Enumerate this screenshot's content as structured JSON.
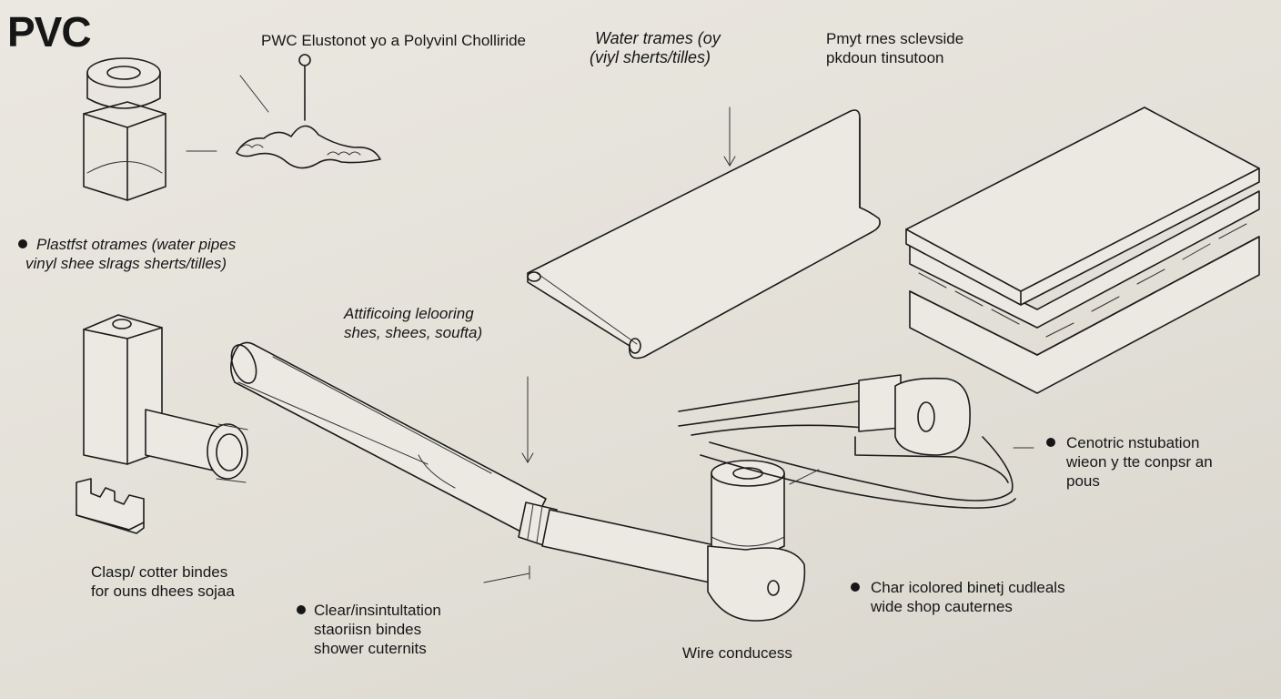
{
  "title": "PVC",
  "header": {
    "definition": "PWC Elustonot yo a Polyvinl Cholliride",
    "water_frames": [
      "Water trames (oy",
      "(viyl sherts/tilles)"
    ],
    "pmyt": [
      "Pmyt rnes sclevside",
      "pkdoun tinsutoon"
    ]
  },
  "labels": {
    "plastic": [
      "Plastfst otrames (water pipes",
      "vinyl shee slrags sherts/tilles)"
    ],
    "flooring": [
      "Attificoing lelooring",
      "shes, shees, soufta)"
    ],
    "clasp": [
      "Clasp/ cotter bindes",
      "for ouns dhees sojaa"
    ],
    "clear": [
      "Clear/insintultation",
      "staoriisn bindes",
      "shower cuternits"
    ],
    "wire": "Wire conducess",
    "cenotric": [
      "Cenotric nstubation",
      "wieon y tte conpsr an",
      "pous"
    ],
    "char": [
      "Char icolored binetj cudleals",
      "wide shop cauternes"
    ]
  },
  "icons": [
    "jar-icon",
    "blob-icon",
    "sheet-icon",
    "tile-stack-icon",
    "block-elbow-icon",
    "clip-icon",
    "pipe-icon",
    "elbow-fitting-icon",
    "wire-icon"
  ]
}
